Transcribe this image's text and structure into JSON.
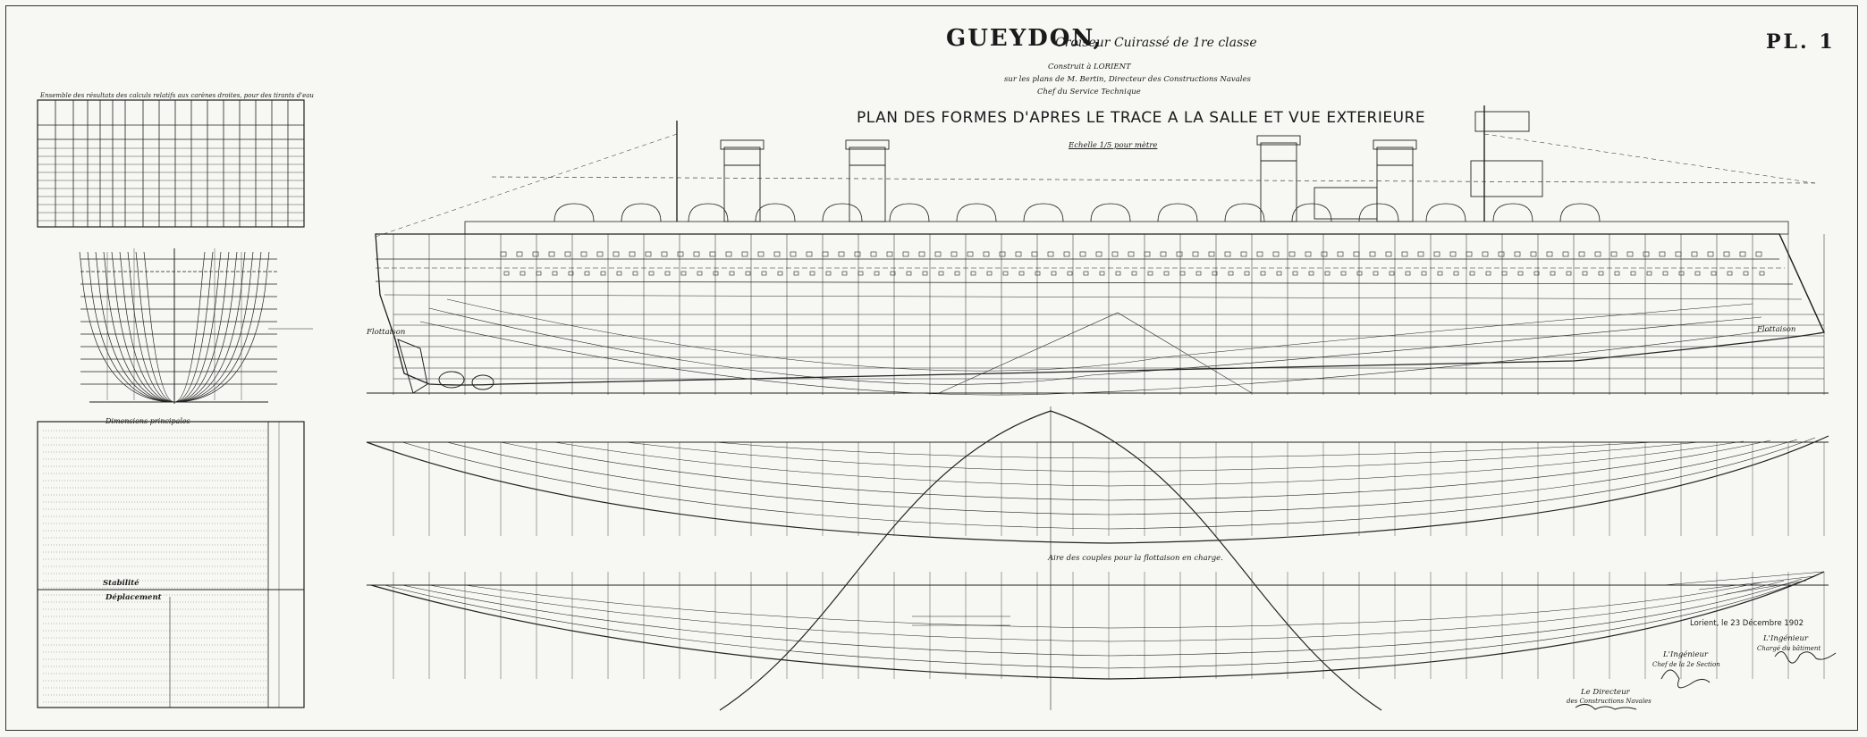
{
  "header": {
    "ship_name": "GUEYDON,",
    "ship_class": "Croiseur Cuirassé de 1re classe",
    "plate_number": "PL. 1",
    "built_at": "Construit à LORIENT",
    "designer_line": "sur les plans de M. Bertin, Directeur des Constructions Navales",
    "service_line": "Chef du Service Technique",
    "drawing_title": "PLAN DES FORMES D'APRES LE TRACE A LA SALLE ET VUE EXTERIEURE",
    "scale_note": "Echelle 1/5 pour mètre"
  },
  "tables": {
    "hydrostatic_title": "Ensemble des résultats des calculs relatifs aux carènes droites, pour des tirants d'eau",
    "dimensions_title": "Dimensions principales",
    "displacement_title": "Déplacement",
    "stability_title": "Stabilité"
  },
  "annotations": {
    "sail_area_title": "Aire des couples pour la flottaison en charge.",
    "flottaison_left": "Flottaison",
    "flottaison_right": "Flottaison",
    "place_date": "Lorient, le 23 Décembre 1902",
    "engineer_role": "L'Ingénieur",
    "engineer_role2": "Chef de la 2e Section",
    "chief_role": "L'Ingénieur",
    "chief_role2": "Chargé du bâtiment",
    "director_role": "Le Directeur",
    "director_role2": "des Constructions Navales"
  },
  "colors": {
    "ink": "#222222",
    "paper": "#f7f7f4",
    "faint": "#6a6a6a"
  }
}
